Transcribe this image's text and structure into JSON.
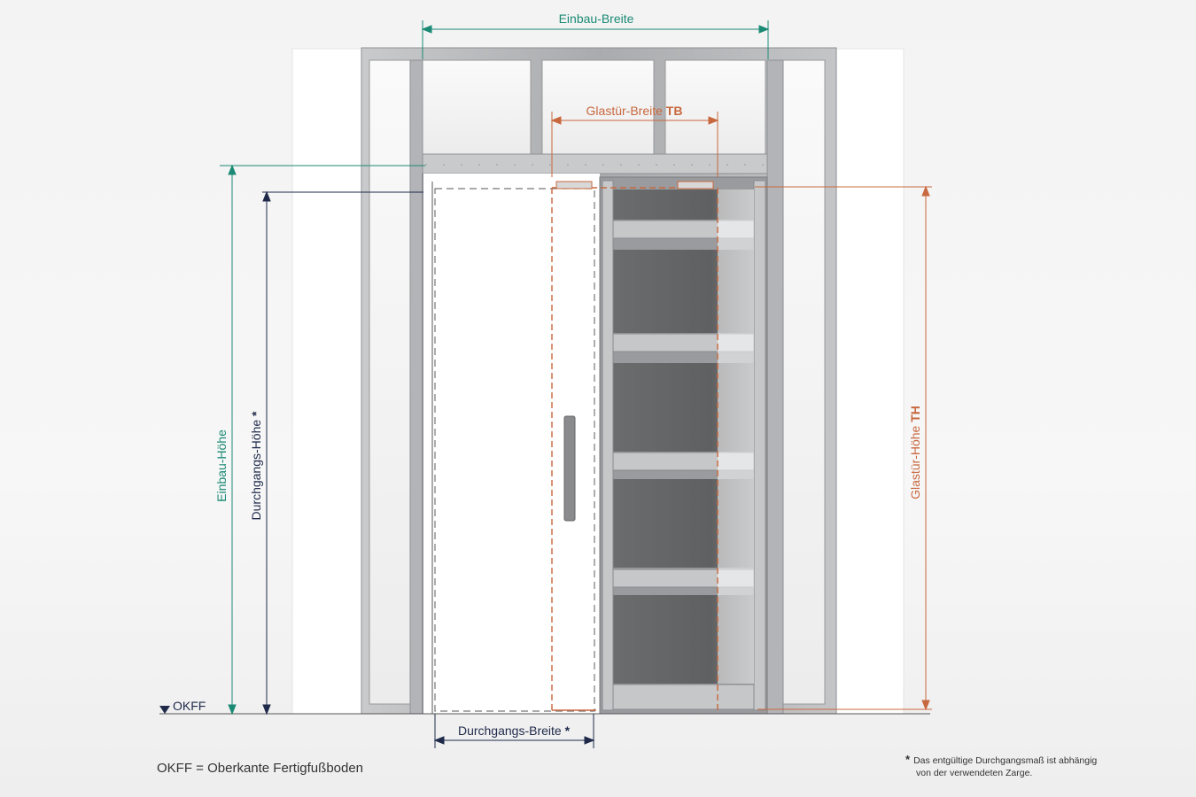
{
  "colors": {
    "green": "#1a8a74",
    "navy": "#1f2a4a",
    "orange": "#c8683e",
    "frame": "#b8b9bc",
    "frame_dark": "#8e9094",
    "wall": "#ffffff",
    "glass": "#6f7072"
  },
  "dimensions": {
    "einbau_breite": "Einbau-Breite",
    "glastuer_breite": "Glastür-Breite",
    "glastuer_breite_code": "TB",
    "einbau_hoehe": "Einbau-Höhe",
    "durchgangs_hoehe": "Durchgangs-Höhe",
    "durchgangs_hoehe_star": "*",
    "glastuer_hoehe": "Glastür-Höhe",
    "glastuer_hoehe_code": "TH",
    "durchgangs_breite": "Durchgangs-Breite",
    "durchgangs_breite_star": "*",
    "okff": "OKFF"
  },
  "legend": {
    "okff_definition": "OKFF = Oberkante Fertigfußboden"
  },
  "footnote": {
    "star": "*",
    "line1": "Das entgültige Durchgangsmaß ist abhängig",
    "line2": "von der verwendeten Zarge."
  },
  "icons": {
    "okff_marker": "down-triangle-icon",
    "arrowheads": "arrowhead-icon"
  }
}
